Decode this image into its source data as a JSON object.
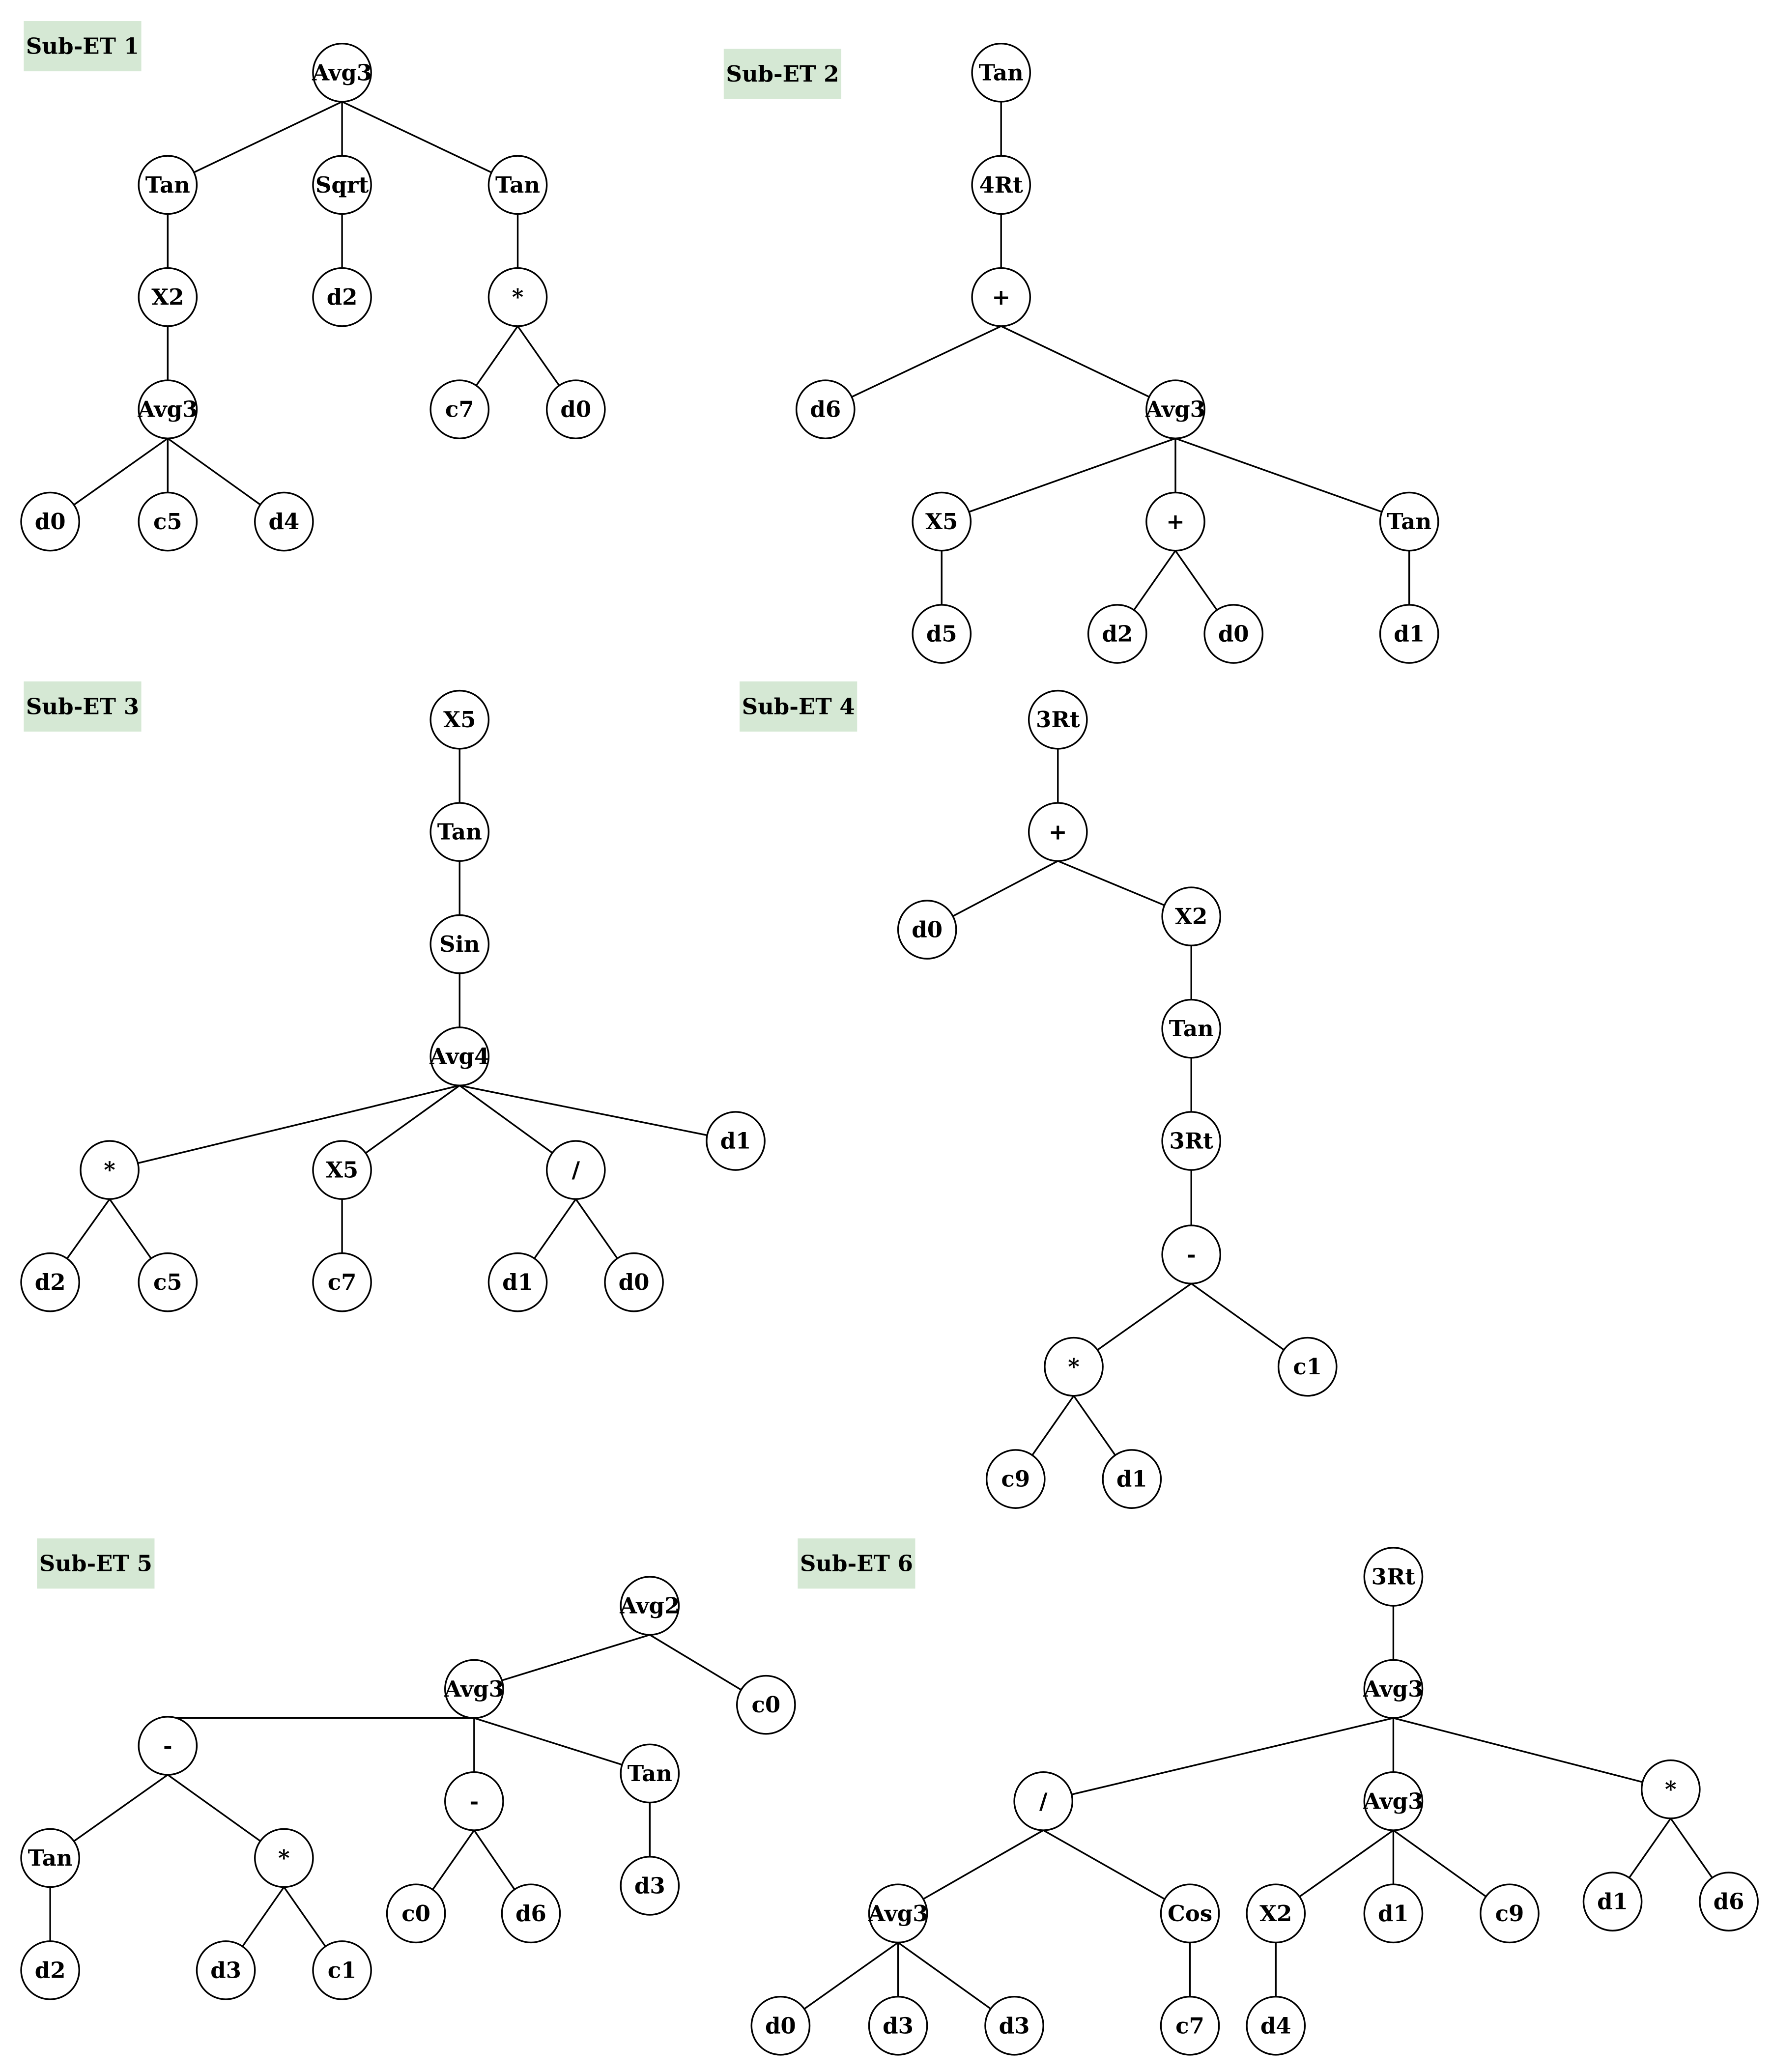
{
  "style": {
    "tag_fill": "#d5e8d4",
    "node_stroke": "#000000",
    "node_fill": "#ffffff"
  },
  "trees": [
    {
      "label": "Sub-ET 1",
      "nodes": [
        "Avg3",
        "Tan",
        "Sqrt",
        "Tan",
        "X2",
        "d2",
        "*",
        "Avg3",
        "c7",
        "d0",
        "d0",
        "c5",
        "d4"
      ]
    },
    {
      "label": "Sub-ET 2",
      "nodes": [
        "Tan",
        "4Rt",
        "+",
        "d6",
        "Avg3",
        "X5",
        "+",
        "Tan",
        "d5",
        "d2",
        "d0",
        "d1"
      ]
    },
    {
      "label": "Sub-ET 3",
      "nodes": [
        "X5",
        "Tan",
        "Sin",
        "Avg4",
        "*",
        "X5",
        "/",
        "d1",
        "d2",
        "c5",
        "c7",
        "d1",
        "d0"
      ]
    },
    {
      "label": "Sub-ET 4",
      "nodes": [
        "3Rt",
        "+",
        "d0",
        "X2",
        "Tan",
        "3Rt",
        "-",
        "*",
        "c1",
        "c9",
        "d1"
      ]
    },
    {
      "label": "Sub-ET 5",
      "nodes": [
        "Avg2",
        "Avg3",
        "c0",
        "-",
        "-",
        "Tan",
        "Tan",
        "*",
        "c0",
        "d6",
        "d3",
        "d2",
        "d3",
        "c1"
      ]
    },
    {
      "label": "Sub-ET 6",
      "nodes": [
        "3Rt",
        "Avg3",
        "/",
        "Avg3",
        "*",
        "Avg3",
        "Cos",
        "X2",
        "d1",
        "c9",
        "d1",
        "d6",
        "d0",
        "d3",
        "d3",
        "c7",
        "d4"
      ]
    }
  ]
}
